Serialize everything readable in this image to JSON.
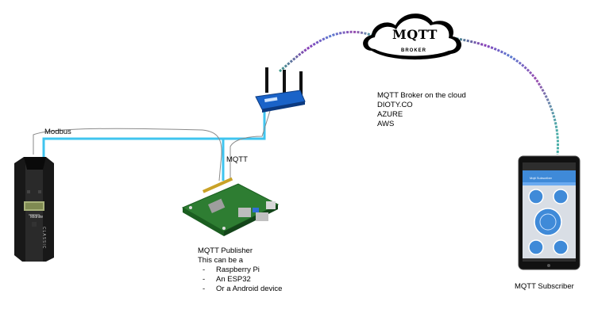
{
  "labels": {
    "modbus": "Modbus",
    "mqtt": "MQTT",
    "cloud_title": "MQTT",
    "cloud_sub": "BROKER",
    "broker_lines": [
      "MQTT Broker on the cloud",
      "DIOTY.CO",
      "AZURE",
      "AWS"
    ],
    "publisher_title": "MQTT Publisher",
    "publisher_sub": "This can be a",
    "publisher_options": [
      "Raspberry Pi",
      "An ESP32",
      "Or a Android device"
    ],
    "subscriber": "MQTT Subscriber",
    "controller_brand": "Midnite",
    "controller_model": "CLASSIC",
    "phone_app_title": "Mqtt Subscriber"
  },
  "colors": {
    "ethernet": "#3fc4ef",
    "wire": "#8a8a8a",
    "router": "#1a63c8",
    "cloud_fill": "#000000",
    "pcb": "#2e7d32",
    "phone_accent": "#3f8ad8"
  }
}
